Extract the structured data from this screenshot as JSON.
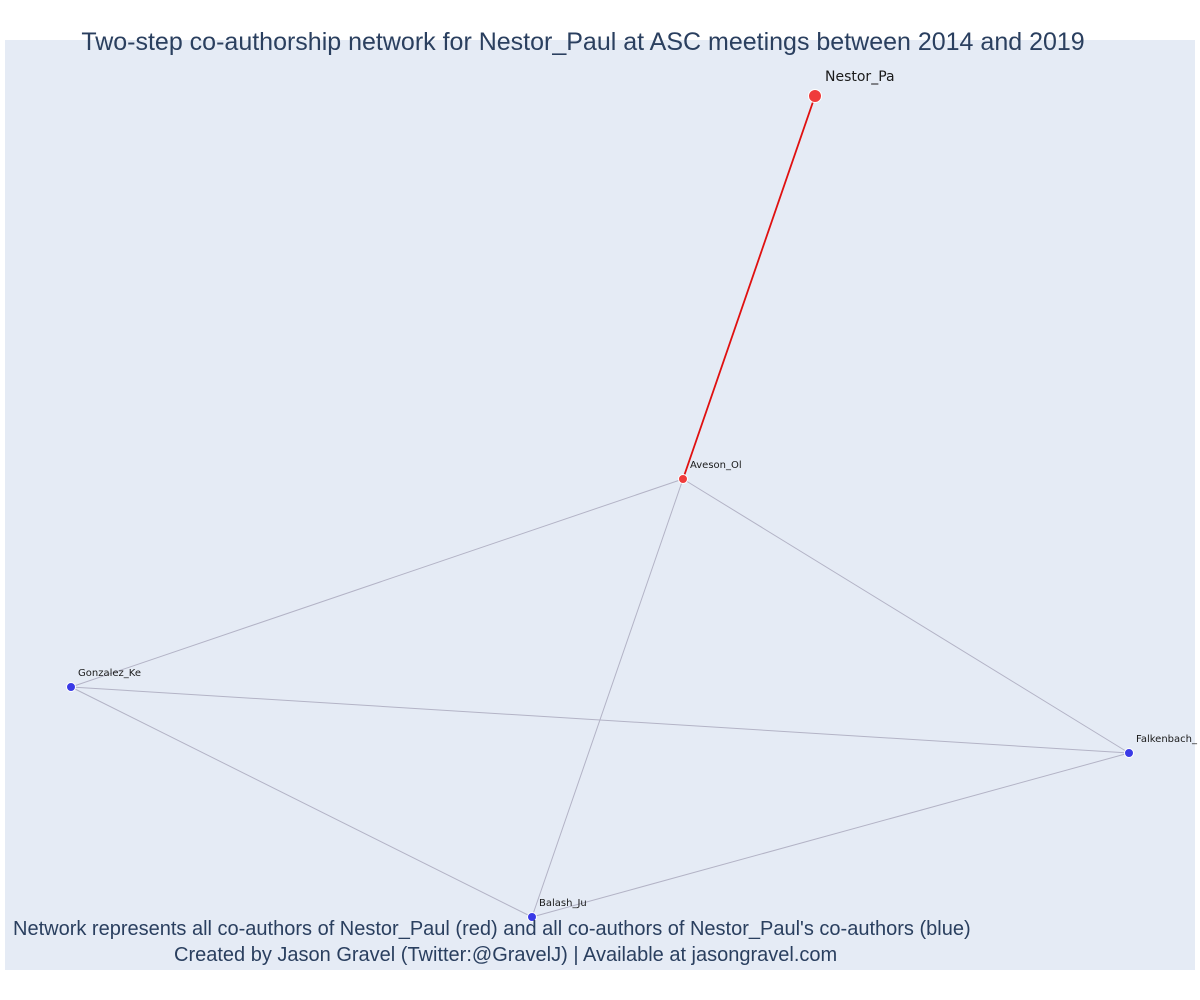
{
  "title": "Two-step co-authorship network for Nestor_Paul at ASC meetings between 2014 and 2019",
  "caption": {
    "line1": "Network represents all co-authors of Nestor_Paul (red) and all co-authors of Nestor_Paul's co-authors (blue)",
    "line2": "Created by Jason Gravel (Twitter:@GravelJ) | Available at jasongravel.com"
  },
  "colors": {
    "background": "#e5ebf5",
    "focal": "#ef3b3b",
    "coauthor": "#3a3ae6",
    "focal_edge": "#e01010",
    "other_edge": "#b3b3c6",
    "text": "#2a3f5f"
  },
  "nodes": [
    {
      "id": "nestor",
      "label": "Nestor_Pa",
      "group": "focal"
    },
    {
      "id": "aveson",
      "label": "Aveson_Ol",
      "group": "coauthor-step1"
    },
    {
      "id": "gonzalez",
      "label": "Gonzalez_Ke",
      "group": "coauthor-step2"
    },
    {
      "id": "falkenbach",
      "label": "Falkenbach_",
      "group": "coauthor-step2"
    },
    {
      "id": "balash",
      "label": "Balash_Ju",
      "group": "coauthor-step2"
    }
  ],
  "edges": [
    {
      "source": "nestor",
      "target": "aveson",
      "group": "focal"
    },
    {
      "source": "aveson",
      "target": "gonzalez",
      "group": "other"
    },
    {
      "source": "aveson",
      "target": "balash",
      "group": "other"
    },
    {
      "source": "aveson",
      "target": "falkenbach",
      "group": "other"
    },
    {
      "source": "gonzalez",
      "target": "falkenbach",
      "group": "other"
    },
    {
      "source": "gonzalez",
      "target": "balash",
      "group": "other"
    },
    {
      "source": "balash",
      "target": "falkenbach",
      "group": "other"
    }
  ]
}
